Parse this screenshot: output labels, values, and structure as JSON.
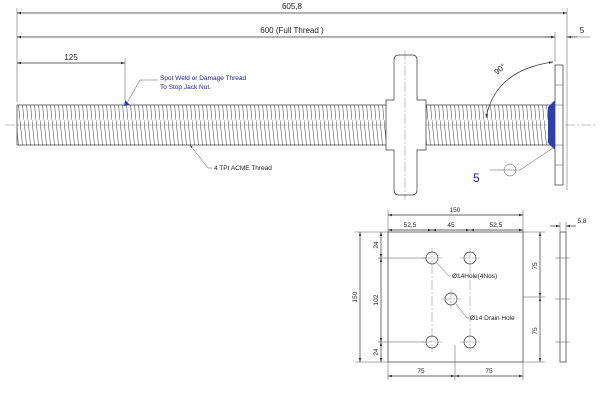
{
  "dimensions": {
    "overall_length": "605,8",
    "full_thread": "600 (Full Thread )",
    "end_offset": "5",
    "spot_weld_offset": "125",
    "angle": "90°",
    "weld_size": "5",
    "plate_width": "150",
    "plate_height": "150",
    "hole_edge_x": "52,5",
    "hole_gap_x": "45",
    "hole_edge_x_right": "52,5",
    "hole_edge_y_top": "24",
    "hole_center_y": "102",
    "hole_edge_y_bottom": "24",
    "bottom_left": "75",
    "bottom_right": "75",
    "right_top": "75",
    "right_bottom": "75",
    "plate_thickness": "5,8"
  },
  "notes": {
    "spot_weld_line1": "Spot Weld or Damage Thread",
    "spot_weld_line2": "To Stop Jack Nut.",
    "thread_spec": "4 TPI  ACME Thread",
    "hole_note": "Ø14Hole(4Nos)",
    "drain_note": "Ø14 Drain Hole"
  },
  "colors": {
    "line": "#333333",
    "note": "#1a1a9c",
    "weld": "#2a3fb0"
  }
}
